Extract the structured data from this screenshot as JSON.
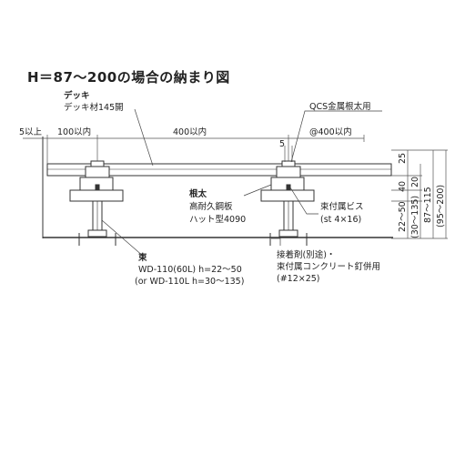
{
  "title": "H＝87～200の場合の納まり図",
  "dimensions": {
    "left_edge": "5以上",
    "span_100": "100以内",
    "span_400": "400以内",
    "pitch_400": "@400以内",
    "gap_5": "5",
    "v_25": "25",
    "v_40": "40",
    "v_20": "20",
    "v_22_50": "22～50",
    "v_30_135": "(30～135)",
    "v_87_115": "87～115",
    "v_95_200": "(95～200)"
  },
  "labels": {
    "deck_title": "デッキ",
    "deck_desc": "デッキ材145開",
    "qcs": "QCS金属根太用",
    "neta_title": "根太",
    "neta_line1": "高耐久鋼板",
    "neta_line2": "ハット型4090",
    "screw_line1": "束付属ビス",
    "screw_line2": "(st 4×16)",
    "tsuka_title": "束",
    "tsuka_line1": "WD-110(60L) h=22～50",
    "tsuka_line2": "(or WD-110L h=30～135)",
    "adhesive_line1": "接着剤(別途)・",
    "adhesive_line2": "束付属コンクリート釘併用",
    "adhesive_line3": "(#12×25)"
  }
}
